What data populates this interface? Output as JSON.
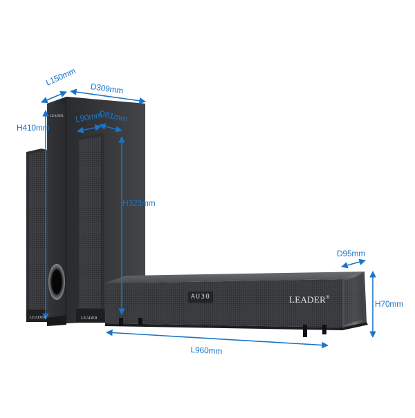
{
  "product": {
    "brand": "LEADER",
    "display_text": "AU30",
    "registered_mark": "®"
  },
  "dimensions": {
    "sub_length": "L150mm",
    "sub_depth": "D309mm",
    "sub_height": "H410mm",
    "sat_length": "L90mm",
    "sat_depth": "D81mm",
    "sat_height": "H323mm",
    "bar_depth": "D95mm",
    "bar_height": "H70mm",
    "bar_length": "L960mm"
  },
  "colors": {
    "dimension_lines": "#1a73c8",
    "speaker_body": "#3a3b3d",
    "background": "#ffffff"
  }
}
